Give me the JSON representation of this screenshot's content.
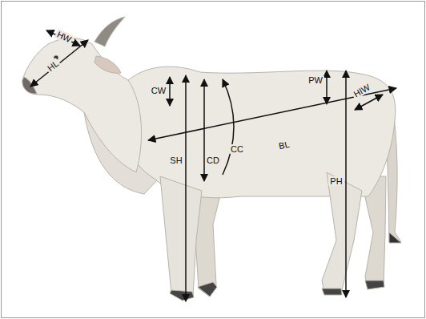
{
  "diagram": {
    "labels": [
      "HW",
      "HL",
      "CW",
      "SH",
      "CD",
      "CC",
      "PW",
      "HIW",
      "BL",
      "PH"
    ]
  }
}
